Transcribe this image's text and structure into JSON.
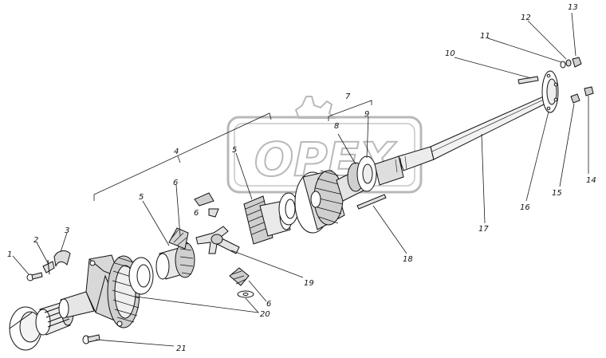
{
  "diagram": {
    "watermark_text": "OPEX",
    "colors": {
      "ink": "#111111",
      "watermark": "#b9b9b9",
      "background": "#ffffff"
    },
    "callouts": [
      {
        "label": "1"
      },
      {
        "label": "2"
      },
      {
        "label": "3"
      },
      {
        "label": "4"
      },
      {
        "label": "5"
      },
      {
        "label": "5"
      },
      {
        "label": "6"
      },
      {
        "label": "6"
      },
      {
        "label": "7"
      },
      {
        "label": "8"
      },
      {
        "label": "9"
      },
      {
        "label": "10"
      },
      {
        "label": "11"
      },
      {
        "label": "12"
      },
      {
        "label": "13"
      },
      {
        "label": "14"
      },
      {
        "label": "15"
      },
      {
        "label": "16"
      },
      {
        "label": "17"
      },
      {
        "label": "18"
      },
      {
        "label": "19"
      },
      {
        "label": "6"
      },
      {
        "label": "20"
      },
      {
        "label": "21"
      }
    ]
  }
}
